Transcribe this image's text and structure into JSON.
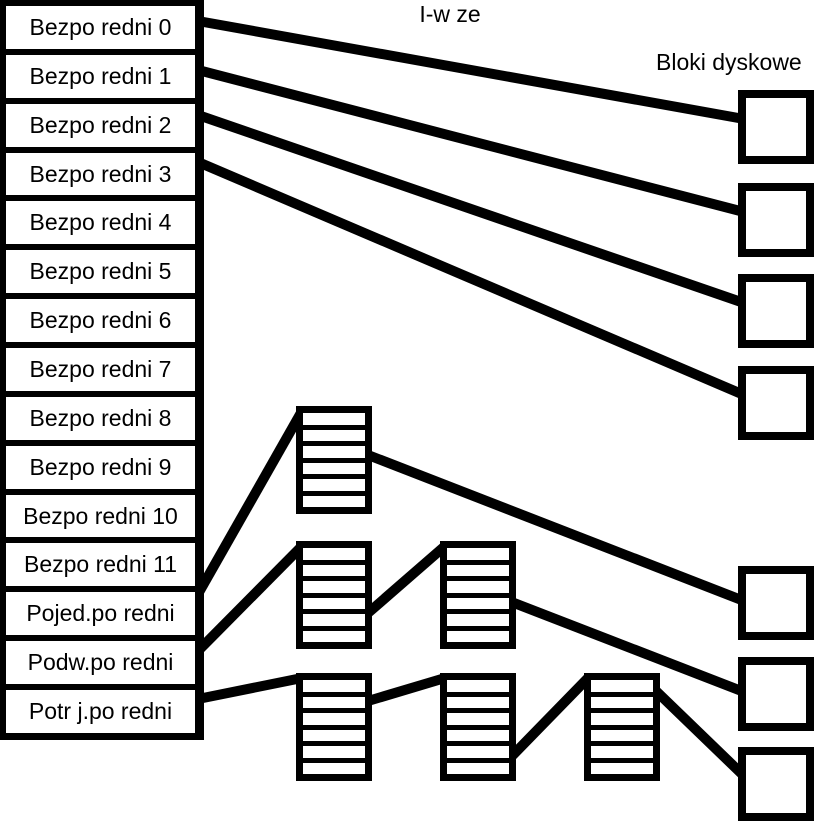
{
  "colors": {
    "ink": "#000000",
    "paper": "#ffffff"
  },
  "labels": {
    "inode_title": "I-w ze",
    "disk_blocks_title": "Bloki dyskowe"
  },
  "inode": {
    "rows": [
      "Bezpo redni 0",
      "Bezpo redni 1",
      "Bezpo redni 2",
      "Bezpo redni 3",
      "Bezpo redni 4",
      "Bezpo redni 5",
      "Bezpo redni 6",
      "Bezpo redni 7",
      "Bezpo redni 8",
      "Bezpo redni 9",
      "Bezpo redni 10",
      "Bezpo redni 11",
      "Pojed.po redni",
      "Podw.po redni",
      "Potr j.po redni"
    ]
  },
  "counts": {
    "direct_pointer_rows": 12,
    "indirect_table_blocks": 6,
    "disk_blocks": 7
  }
}
